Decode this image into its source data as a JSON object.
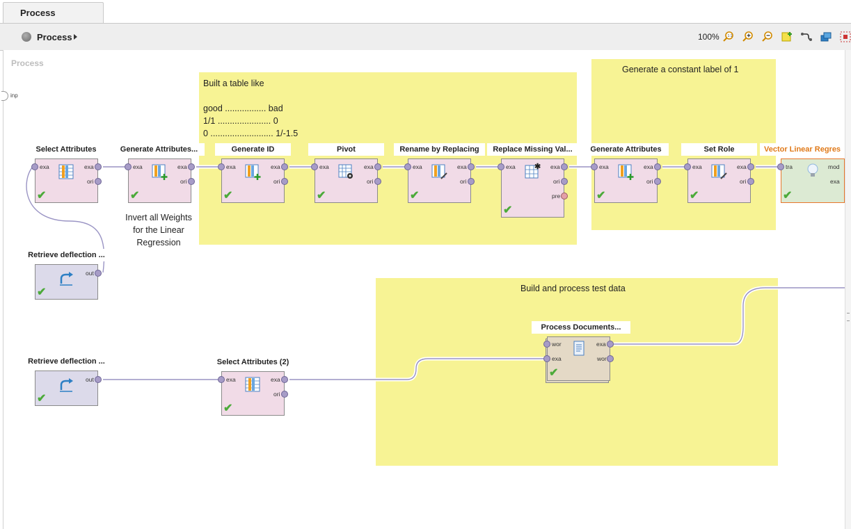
{
  "tab": {
    "label": "Process"
  },
  "breadcrumb": {
    "label": "Process"
  },
  "toolbar": {
    "zoom": "100%",
    "icons": [
      "zoom-fit-icon",
      "zoom-in-icon",
      "zoom-out-icon",
      "add-note-icon",
      "auto-wire-icon",
      "layers-icon",
      "arrange-icon"
    ]
  },
  "canvas": {
    "title": "Process",
    "input_port": "inp"
  },
  "notes": {
    "table": "Built a table like\n\ngood ................. bad\n1/1 ...................... 0\n0 .......................... 1/-1.5",
    "label": "Generate a constant label of 1",
    "test": "Build and process test data"
  },
  "free_text": "Invert all Weights\nfor the Linear\nRegression",
  "operators": {
    "select_attributes": {
      "title": "Select Attributes",
      "in": [
        "exa"
      ],
      "out": [
        "exa",
        "ori"
      ]
    },
    "generate_attributes_1": {
      "title": "Generate Attributes...",
      "in": [
        "exa"
      ],
      "out": [
        "exa",
        "ori"
      ]
    },
    "generate_id": {
      "title": "Generate ID",
      "in": [
        "exa"
      ],
      "out": [
        "exa",
        "ori"
      ]
    },
    "pivot": {
      "title": "Pivot",
      "in": [
        "exa"
      ],
      "out": [
        "exa",
        "ori"
      ]
    },
    "rename": {
      "title": "Rename by Replacing",
      "in": [
        "exa"
      ],
      "out": [
        "exa",
        "ori"
      ]
    },
    "replace_missing": {
      "title": "Replace Missing Val...",
      "in": [
        "exa"
      ],
      "out": [
        "exa",
        "ori",
        "pre"
      ]
    },
    "generate_attributes_2": {
      "title": "Generate Attributes",
      "in": [
        "exa"
      ],
      "out": [
        "exa",
        "ori"
      ]
    },
    "set_role": {
      "title": "Set Role",
      "in": [
        "exa"
      ],
      "out": [
        "exa",
        "ori"
      ]
    },
    "vector_lr": {
      "title": "Vector Linear Regres",
      "in": [
        "tra"
      ],
      "out": [
        "mod",
        "exa"
      ]
    },
    "retrieve_1": {
      "title": "Retrieve deflection ...",
      "out": [
        "out"
      ]
    },
    "retrieve_2": {
      "title": "Retrieve deflection ...",
      "out": [
        "out"
      ]
    },
    "select_attributes_2": {
      "title": "Select Attributes (2)",
      "in": [
        "exa"
      ],
      "out": [
        "exa",
        "ori"
      ]
    },
    "process_documents": {
      "title": "Process Documents...",
      "in": [
        "wor",
        "exa"
      ],
      "out": [
        "exa",
        "wor"
      ]
    }
  },
  "colors": {
    "note": "#f7f394",
    "operator_pink": "#f1dbe7",
    "retrieve_lavender": "#dcdaea",
    "learner_green": "#dcead3",
    "selected_orange": "#e8762a",
    "port": "#a79cc7",
    "wire": "#9a94c4"
  }
}
